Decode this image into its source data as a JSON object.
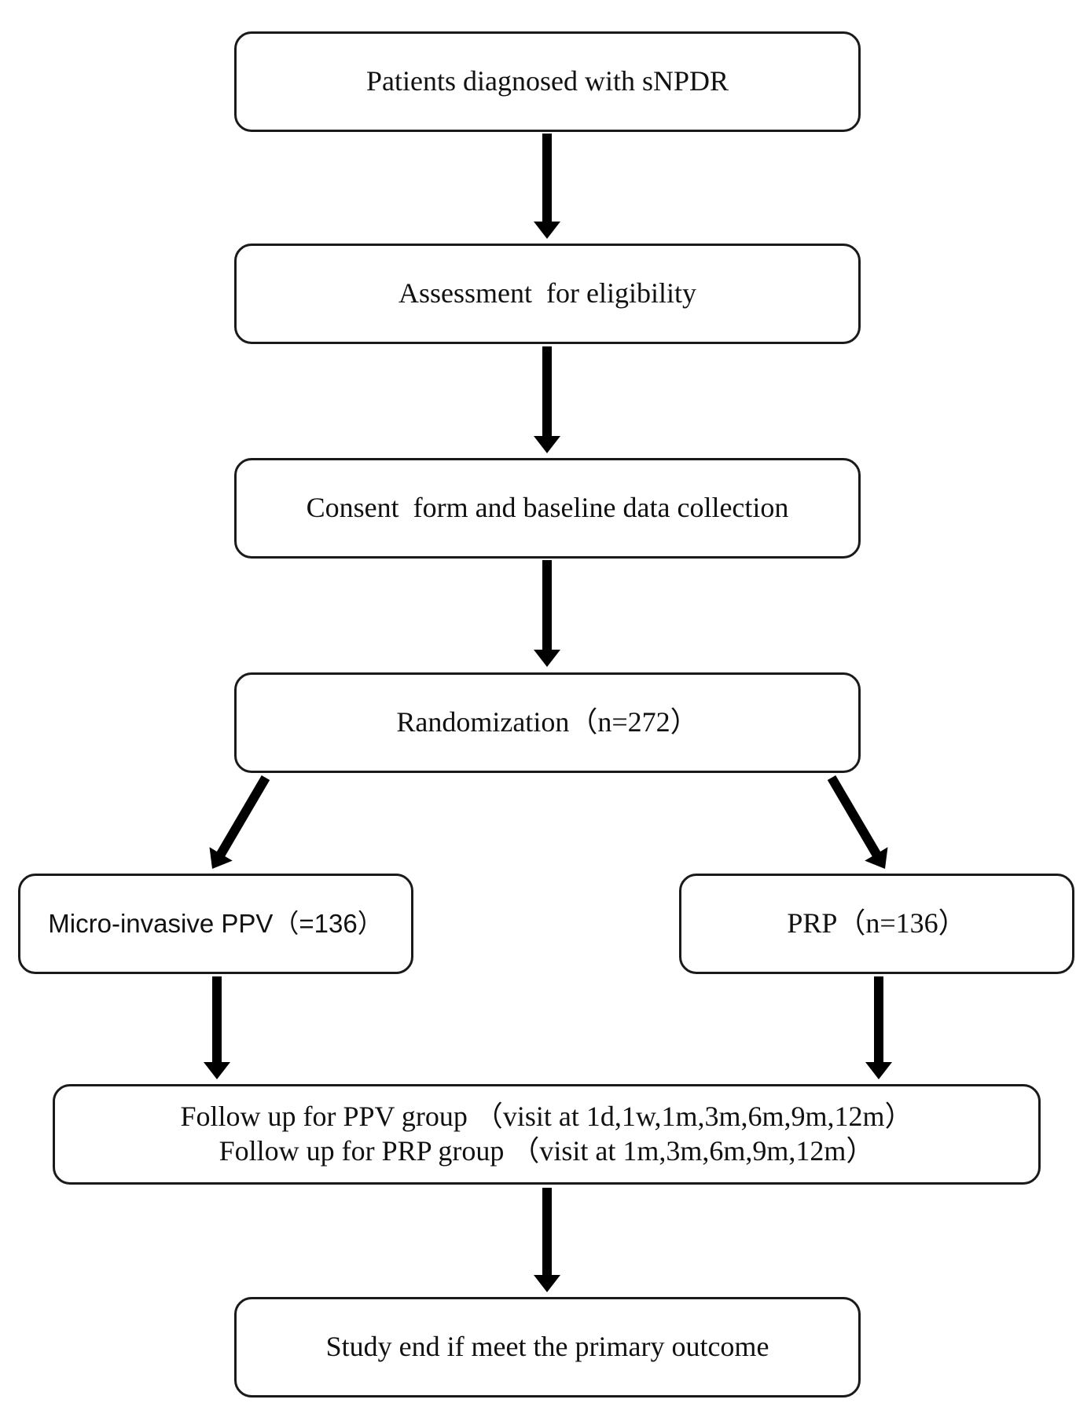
{
  "colors": {
    "stroke": "#1a1a1a",
    "arrow": "#000000",
    "background": "#ffffff",
    "text": "#111111"
  },
  "nodes": {
    "patients": "Patients diagnosed with sNPDR",
    "assessment": "Assessment  for eligibility",
    "consent": "Consent  form and baseline data collection",
    "randomization": "Randomization（n=272）",
    "ppv": "Micro-invasive PPV（=136）",
    "prp": "PRP（n=136）",
    "followup_ppv": "Follow up for PPV group （visit at 1d,1w,1m,3m,6m,9m,12m）",
    "followup_prp": "Follow up for PRP group （visit at 1m,3m,6m,9m,12m）",
    "study_end": "Study end if meet the primary outcome"
  }
}
